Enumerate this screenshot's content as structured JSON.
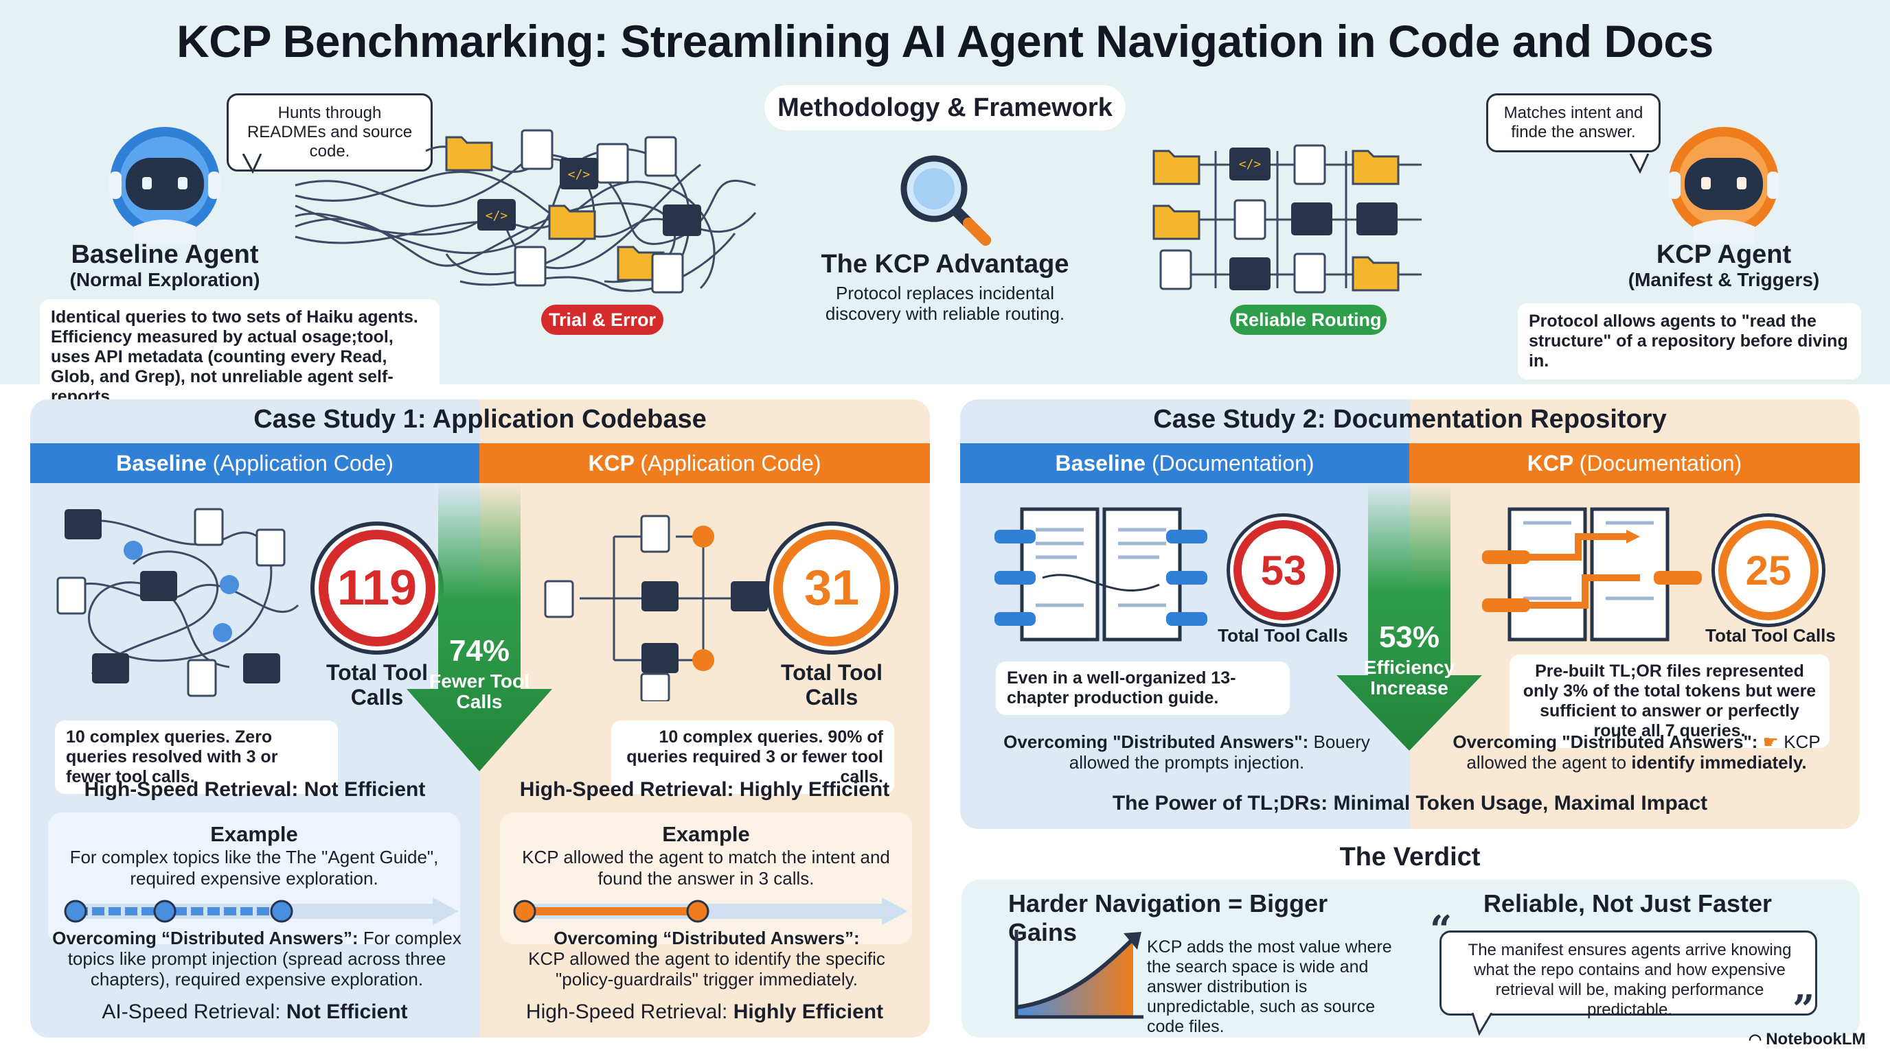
{
  "title": "KCP Benchmarking: Streamlining AI Agent Navigation in Code and Docs",
  "methodology": {
    "label": "Methodology & Framework",
    "advantage_title": "The KCP Advantage",
    "advantage_text": "Protocol replaces incidental discovery with reliable routing.",
    "trial_error": "Trial & Error",
    "reliable_routing": "Reliable Routing"
  },
  "baseline_agent": {
    "bubble": "Hunts through READMEs and source code.",
    "name": "Baseline Agent",
    "sub": "(Normal Exploration)",
    "note": "Identical queries to two sets of Haiku agents. Efficiency measured by actual osage;tool, uses API metadata (counting every Read, Glob, and Grep), not unreliable agent self-reports."
  },
  "kcp_agent": {
    "bubble": "Matches intent and finde the answer.",
    "name": "KCP Agent",
    "sub": "(Manifest & Triggers)",
    "note": "Protocol allows agents to \"read the structure\" of a repository before diving in."
  },
  "case1": {
    "title": "Case Study 1: Application Codebase",
    "baseline_band_a": "Baseline",
    "baseline_band_b": "(Application Code)",
    "kcp_band_a": "KCP",
    "kcp_band_b": "(Application Code)",
    "baseline_count": "119",
    "baseline_count_label": "Total Tool Calls",
    "kcp_count": "31",
    "kcp_count_label": "Total Tool Calls",
    "arrow_pct": "74%",
    "arrow_label": "Fewer Tool Calls",
    "baseline_queries": "10 complex queries. Zero queries resolved with 3 or fewer tool calls.",
    "kcp_queries": "10 complex queries. 90% of queries required 3 or fewer tool calls.",
    "baseline_speed": "High-Speed Retrieval: Not Efficient",
    "kcp_speed": "High-Speed Retrieval: Highly Efficient",
    "baseline_example_h": "Example",
    "baseline_example_t": "For complex topics like the The \"Agent Guide\", required expensive exploration.",
    "kcp_example_h": "Example",
    "kcp_example_t": "KCP allowed the agent to match the intent and found the answer in 3 calls.",
    "baseline_overcome_h": "Overcoming “Distributed Answers”:",
    "baseline_overcome_t": "For complex topics like prompt injection (spread across three chapters), required expensive exploration.",
    "kcp_overcome_h": "Overcoming “Distributed Answers”:",
    "kcp_overcome_t": "KCP allowed the agent to identify the specific \"policy-guardrails\" trigger immediately.",
    "baseline_footer_a": "AI-Speed Retrieval: ",
    "baseline_footer_b": "Not Efficient",
    "kcp_footer_a": "High-Speed Retrieval: ",
    "kcp_footer_b": "Highly Efficient"
  },
  "case2": {
    "title": "Case Study 2: Documentation Repository",
    "baseline_band_a": "Baseline",
    "baseline_band_b": "(Documentation)",
    "kcp_band_a": "KCP",
    "kcp_band_b": "(Documentation)",
    "baseline_count": "53",
    "baseline_count_label": "Total Tool Calls",
    "kcp_count": "25",
    "kcp_count_label": "Total Tool Calls",
    "arrow_pct": "53%",
    "arrow_label": "Efficiency Increase",
    "baseline_note": "Even in a well-organized 13-chapter production guide.",
    "kcp_note": "Pre-built TL;OR files represented only 3% of the total tokens but were sufficient to answer or perfectly route all 7 queries.",
    "baseline_overcome_h": "Overcoming \"Distributed Answers\":",
    "baseline_overcome_t1": " Bouery",
    "baseline_overcome_t2": "allowed the prompts injection.",
    "kcp_overcome_h": "Overcoming \"Distributed Answers\":",
    "kcp_overcome_t1": " KCP",
    "kcp_overcome_t2a": "allowed the agent to ",
    "kcp_overcome_t2b": "identify immediately.",
    "footer": "The Power of TL;DRs: Minimal Token Usage, Maximal Impact"
  },
  "verdict": {
    "title": "The Verdict",
    "left_h": "Harder Navigation = Bigger Gains",
    "left_t": "KCP adds the most value where the search space is wide and answer distribution is unpredictable, such as source code files.",
    "right_h": "Reliable, Not Just Faster",
    "right_t": "The manifest ensures agents arrive knowing what the repo contains and how expensive retrieval will be, making performance predictable."
  },
  "brand": "NotebookLM",
  "colors": {
    "blue": "#2f80d6",
    "orange": "#ef7d1e",
    "red": "#d62b2b",
    "green": "#2f9e4a",
    "navy": "#27344a"
  },
  "icons": [
    "robot-icon",
    "magnifier-icon",
    "folder-icon",
    "document-icon",
    "code-window-icon",
    "gear-icon",
    "book-icon",
    "quote-icon",
    "trend-chart-icon",
    "notebooklm-logo-icon"
  ]
}
